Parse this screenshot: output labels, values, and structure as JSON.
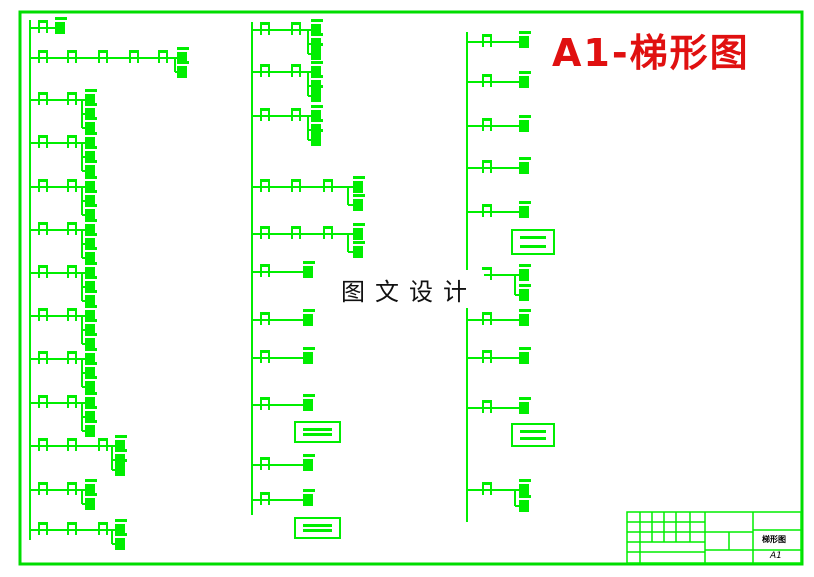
{
  "drawing": {
    "title": "A1-梯形图",
    "watermark": "图文设计",
    "sheet_size": "A1",
    "title_block_name": "梯形图"
  },
  "colors": {
    "wire": "#00ee00",
    "title": "#e01010",
    "frame": "#00dd00",
    "title_block_text": "#000000"
  }
}
